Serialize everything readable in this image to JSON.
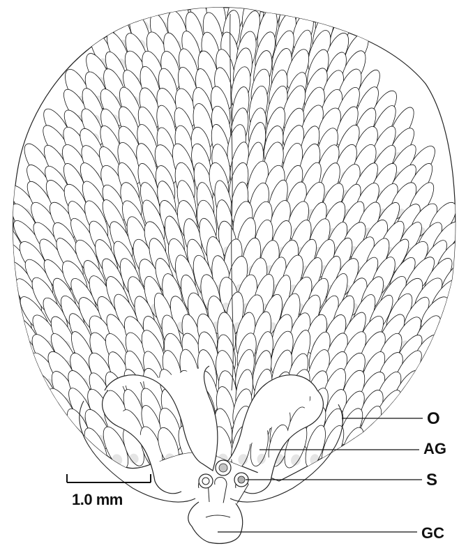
{
  "labels": {
    "o": "O",
    "ag": "AG",
    "s": "S",
    "gc": "GC"
  },
  "scale_bar": {
    "text": "1.0 mm"
  },
  "colors": {
    "ink": "#111111",
    "paper": "#ffffff",
    "stipple": "#2a2a2a"
  }
}
